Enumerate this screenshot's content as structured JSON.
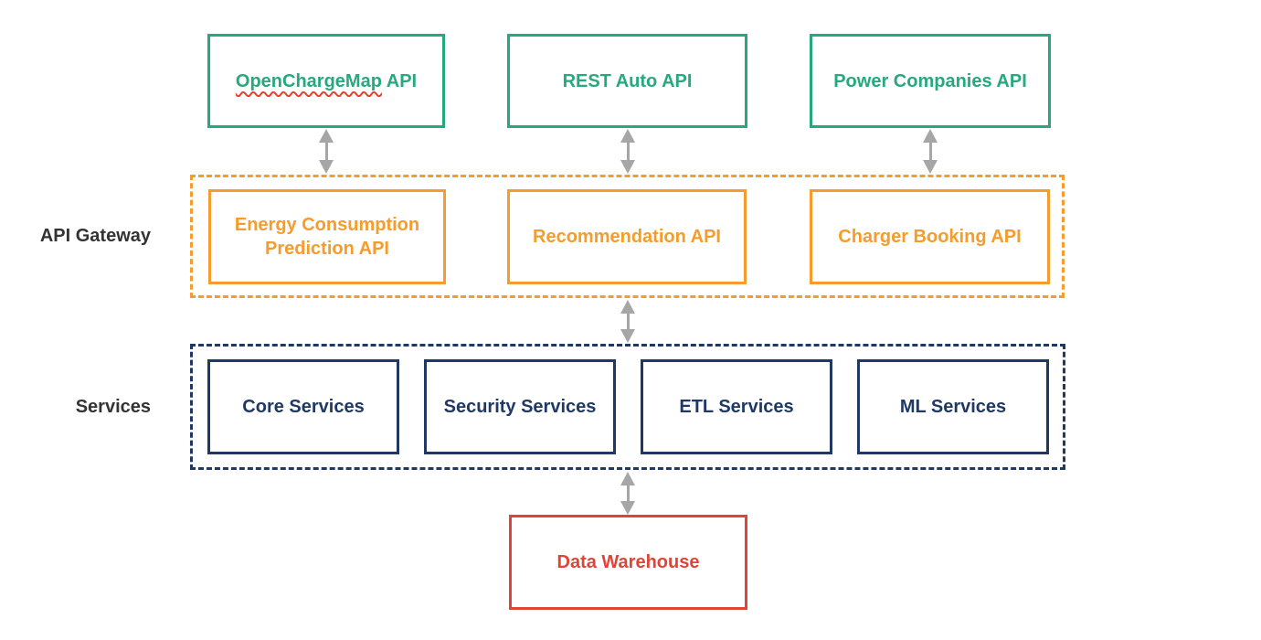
{
  "diagram": {
    "title_hint": "EV charging platform architecture diagram",
    "external_apis": [
      {
        "label": "OpenChargeMap API",
        "flagged_word": "OpenChargeMap",
        "label_rest": " API",
        "spellcheck_flagged": true
      },
      {
        "label": "REST Auto API"
      },
      {
        "label": "Power Companies API"
      }
    ],
    "api_gateway": {
      "label": "API Gateway",
      "apis": [
        {
          "label": "Energy Consumption Prediction API"
        },
        {
          "label": "Recommendation API"
        },
        {
          "label": "Charger Booking API"
        }
      ]
    },
    "services": {
      "label": "Services",
      "items": [
        {
          "label": "Core Services"
        },
        {
          "label": "Security Services"
        },
        {
          "label": "ETL Services"
        },
        {
          "label": "ML Services"
        }
      ]
    },
    "data_warehouse": {
      "label": "Data Warehouse"
    },
    "colors": {
      "external_api_green": "#26A97C",
      "gateway_orange": "#F59C2C",
      "services_navy": "#1F3864",
      "warehouse_red": "#E04438",
      "arrow_gray": "#A6A6A6",
      "label_text": "#333333",
      "spellcheck_underline": "#E0442F"
    }
  }
}
